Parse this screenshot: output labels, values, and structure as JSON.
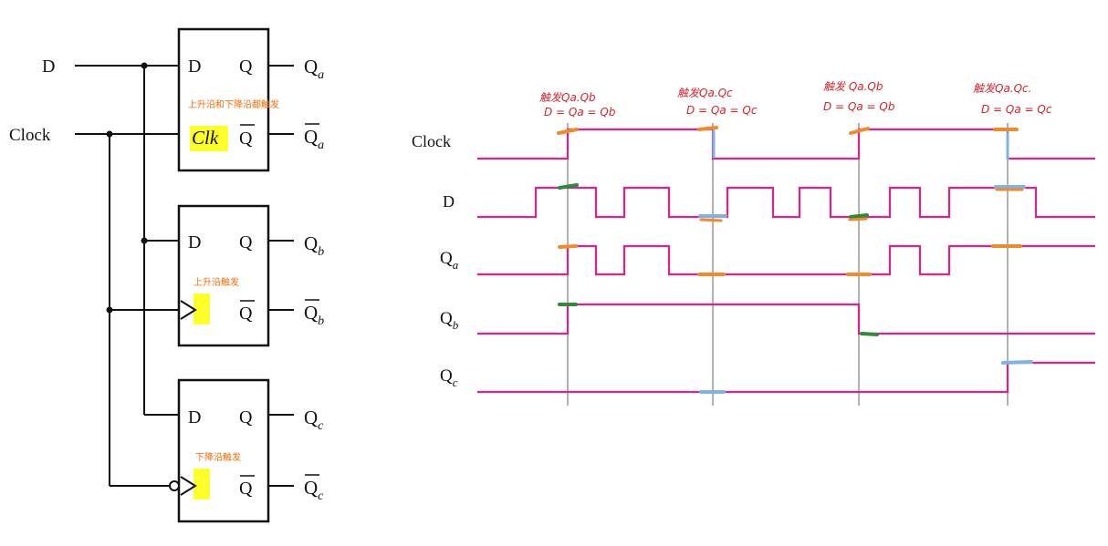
{
  "circuit": {
    "input_d": "D",
    "input_clock": "Clock",
    "flipflops": [
      {
        "pin_d": "D",
        "pin_q": "Q",
        "pin_qbar": "Q",
        "clk_label": "Clk",
        "out_q": "Q",
        "out_q_sub": "a",
        "out_qbar": "Q",
        "out_qbar_sub": "a",
        "note": "上升沿和下降沿都触发"
      },
      {
        "pin_d": "D",
        "pin_q": "Q",
        "pin_qbar": "Q",
        "out_q": "Q",
        "out_q_sub": "b",
        "out_qbar": "Q",
        "out_qbar_sub": "b",
        "note": "上升沿触发"
      },
      {
        "pin_d": "D",
        "pin_q": "Q",
        "pin_qbar": "Q",
        "out_q": "Q",
        "out_q_sub": "c",
        "out_qbar": "Q",
        "out_qbar_sub": "c",
        "note": "下降沿触发"
      }
    ]
  },
  "timing": {
    "signals": [
      {
        "name": "Clock",
        "sub": ""
      },
      {
        "name": "D",
        "sub": ""
      },
      {
        "name": "Q",
        "sub": "a"
      },
      {
        "name": "Q",
        "sub": "b"
      },
      {
        "name": "Q",
        "sub": "c"
      }
    ],
    "annotations": [
      {
        "line1": "触发Qa.Qb",
        "line2": "D = Qa = Qb"
      },
      {
        "line1": "触发Qa.Qc",
        "line2": "D = Qa = Qc"
      },
      {
        "line1": "触发 Qa.Qb",
        "line2": "D = Qa = Qb"
      },
      {
        "line1": "触发Qa.Qc.",
        "line2": "D = Qa = Qc"
      }
    ],
    "colors": {
      "waveform": "#e0218a",
      "marker_orange": "#f28a2a",
      "marker_green": "#2f8a3a",
      "marker_blue": "#7fb3e6",
      "gridline": "#999999"
    }
  }
}
